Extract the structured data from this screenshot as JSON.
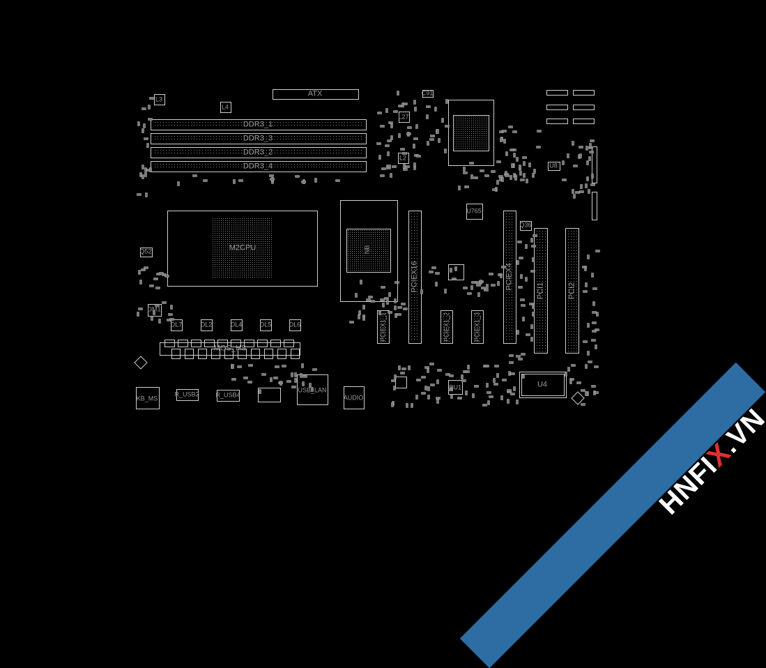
{
  "board": {
    "outline_color": "#d0d0d0",
    "label_color": "#9a9a9a",
    "background": "#000000",
    "labels": {
      "atx": "ATX",
      "ddr3_1": "DDR3_1",
      "ddr3_3": "DDR3_3",
      "ddr3_2": "DDR3_2",
      "ddr3_4": "DDR3_4",
      "l3": "L3",
      "l4": "L4",
      "l27": "L27",
      "l2": "L2",
      "c91": "C91",
      "m2cpu": "M2CPU",
      "nb": "NB",
      "pciex16": "PCIEX16",
      "pciex4": "PCIEX4",
      "pci1": "PCI1",
      "pci2": "PCI2",
      "pciex1_1": "PCIEX1_1",
      "pciex1_2": "PCIEX1_2",
      "pciex1_3": "PCIEX1_3",
      "u765": "U765",
      "q36": "Q36",
      "q52": "Q52",
      "dm1": "DM1",
      "dl7": "DL7",
      "dl2": "DL2",
      "dl4": "DL4",
      "dl5": "DL5",
      "dl6": "DL6",
      "mos_hs": "MOS_HS",
      "kb_ms": "KB_MS",
      "r_usb2": "R_USB2",
      "r_usb4": "R_USB4",
      "usb_lan": "USB_LAN",
      "audio": "AUDIO",
      "u4": "U4",
      "cu1": "CU1",
      "u8": "U8"
    }
  },
  "watermark": {
    "prefix": "HNFI",
    "x": "X",
    "suffix": ".VN",
    "color": "#2e6da4",
    "x_color": "#e03030"
  }
}
